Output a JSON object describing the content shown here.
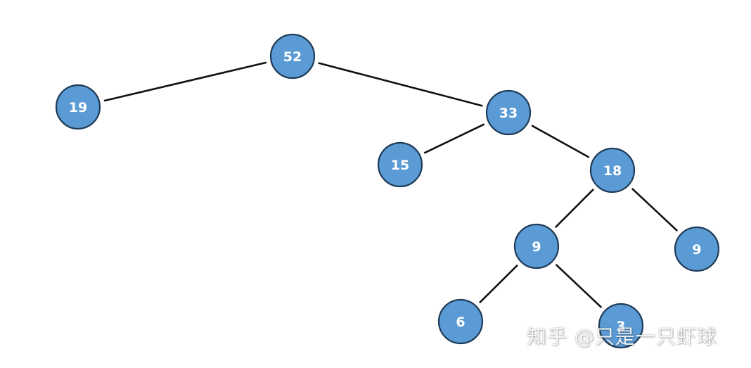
{
  "diagram": {
    "type": "tree",
    "colors": {
      "node_fill": "#5b9bd5",
      "node_stroke": "#1f3b57",
      "node_text": "#ffffff",
      "edge": "#111111"
    },
    "nodes": [
      {
        "id": "n52",
        "label": "52"
      },
      {
        "id": "n19",
        "label": "19"
      },
      {
        "id": "n33",
        "label": "33"
      },
      {
        "id": "n15",
        "label": "15"
      },
      {
        "id": "n18",
        "label": "18"
      },
      {
        "id": "n9a",
        "label": "9"
      },
      {
        "id": "n9b",
        "label": "9"
      },
      {
        "id": "n6",
        "label": "6"
      },
      {
        "id": "n3",
        "label": "3"
      }
    ],
    "edges": [
      {
        "from": "n52",
        "to": "n19"
      },
      {
        "from": "n52",
        "to": "n33"
      },
      {
        "from": "n33",
        "to": "n15"
      },
      {
        "from": "n33",
        "to": "n18"
      },
      {
        "from": "n18",
        "to": "n9a"
      },
      {
        "from": "n18",
        "to": "n9b"
      },
      {
        "from": "n9a",
        "to": "n6"
      },
      {
        "from": "n9a",
        "to": "n3"
      }
    ]
  },
  "watermark": {
    "text": "知乎 @只是一只虾球"
  }
}
